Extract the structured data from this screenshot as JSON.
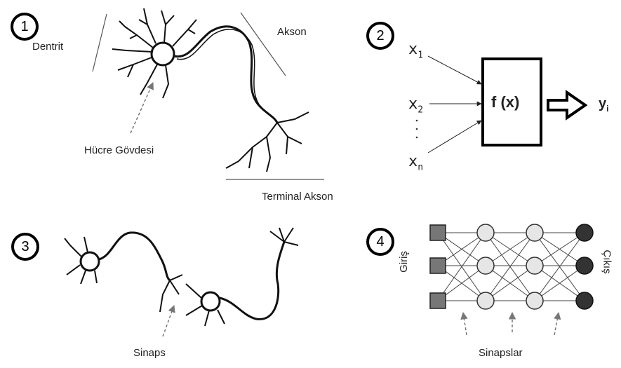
{
  "panels": {
    "p1": {
      "number": "1",
      "dendrite": "Dentrit",
      "axon": "Akson",
      "cell_body": "Hücre Gövdesi",
      "terminal_axon": "Terminal Akson"
    },
    "p2": {
      "number": "2",
      "input_x": "x",
      "subs": [
        "1",
        "2",
        "n"
      ],
      "function": "f (x)",
      "output_y": "y",
      "output_sub": "i"
    },
    "p3": {
      "number": "3",
      "synapse": "Sinaps"
    },
    "p4": {
      "number": "4",
      "input_label": "Giriş",
      "output_label": "Çıkış",
      "synapses": "Sinapslar"
    }
  }
}
